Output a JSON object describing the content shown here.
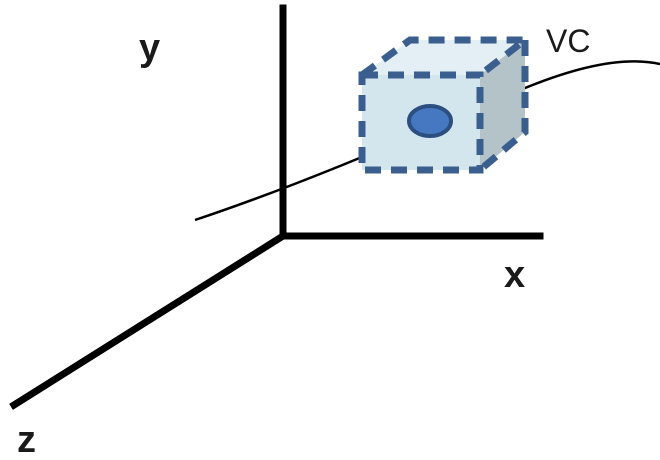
{
  "labels": {
    "y_axis": "y",
    "x_axis": "x",
    "z_axis": "z",
    "volume": "VC"
  },
  "colors": {
    "axis": "#000000",
    "curve": "#000000",
    "cube_front_fill": "#d3e6ee",
    "cube_top_fill": "#e3eff4",
    "cube_side_fill": "#b3c3c8",
    "cube_dash": "#3a5f8e",
    "point_fill": "#4578c0",
    "point_stroke": "#2c4f80",
    "label_text": "#1a1a1a"
  },
  "icons": {
    "point": "filled-ellipse"
  }
}
